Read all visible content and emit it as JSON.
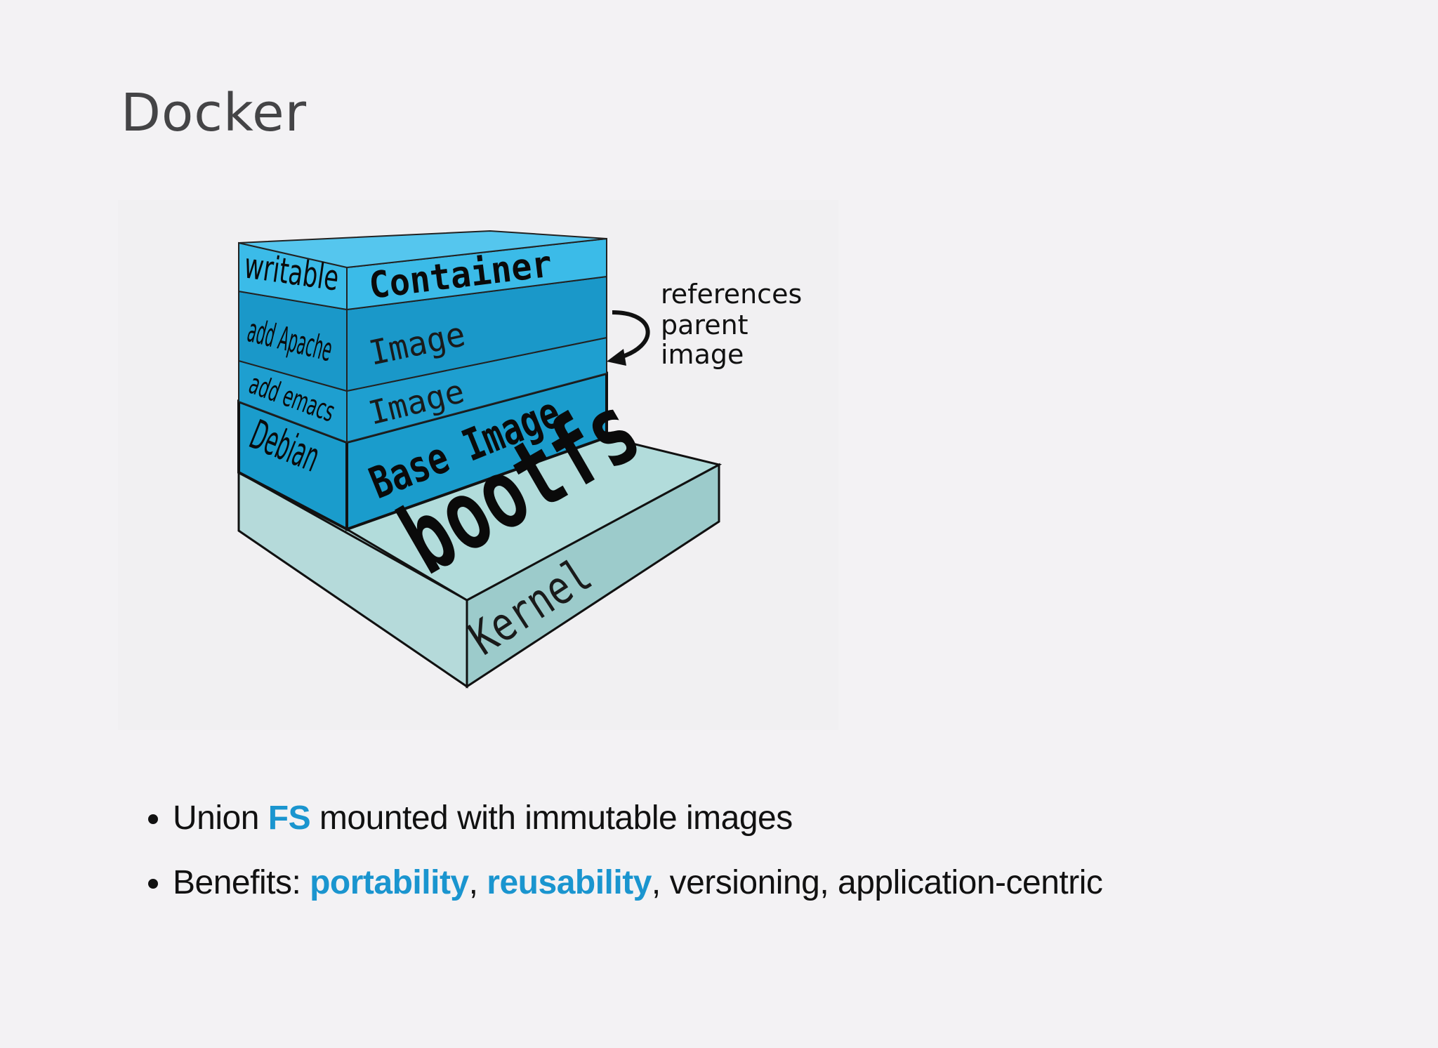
{
  "slide": {
    "title": "Docker"
  },
  "diagram": {
    "layers": [
      {
        "left_label": "writable",
        "right_label": "Container"
      },
      {
        "left_label": "add Apache",
        "right_label": "Image"
      },
      {
        "left_label": "add emacs",
        "right_label": "Image"
      },
      {
        "left_label": "Debian",
        "right_label": "Base Image"
      }
    ],
    "bootfs_label": "bootfs",
    "kernel_label": "Kernel",
    "annotation": [
      "references",
      "parent",
      "image"
    ],
    "colors": {
      "container": "#3bbbe8",
      "image": "#1e9fd0",
      "base": "#1a9ccc",
      "bootfs": "#b2dcdb",
      "kernel": "#a8d2d2"
    }
  },
  "bullets": [
    {
      "pre": "Union ",
      "hl": "FS",
      "post": " mounted with immutable images"
    },
    {
      "pre": "Benefits: ",
      "hl1": "portability",
      "mid": ", ",
      "hl2": "reusability",
      "post": ", versioning, application-centric"
    }
  ]
}
